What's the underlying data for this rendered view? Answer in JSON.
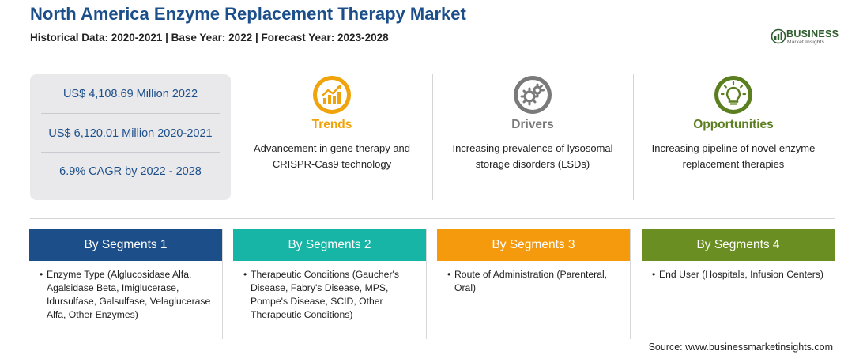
{
  "header": {
    "title": "North America Enzyme Replacement Therapy Market",
    "subtitle": "Historical Data: 2020-2021 | Base Year: 2022 | Forecast Year: 2023-2028"
  },
  "logo": {
    "word": "BUSINESS",
    "sub": "Market Insights"
  },
  "stats": [
    "US$ 4,108.69 Million 2022",
    "US$ 6,120.01 Million 2020-2021",
    "6.9% CAGR by 2022 - 2028"
  ],
  "factors": {
    "trends": {
      "title": "Trends",
      "desc": "Advancement in gene therapy and CRISPR-Cas9 technology",
      "color": "#f0a30a",
      "icon": "trend-chart-icon"
    },
    "drivers": {
      "title": "Drivers",
      "desc": "Increasing prevalence of lysosomal storage disorders (LSDs)",
      "color": "#7a7a7a",
      "icon": "gears-icon"
    },
    "opportunities": {
      "title": "Opportunities",
      "desc": "Increasing pipeline of novel enzyme replacement therapies",
      "color": "#5b7f1f",
      "icon": "lightbulb-icon"
    }
  },
  "segments": [
    {
      "title": "By Segments 1",
      "color": "#1c4f8a",
      "items": [
        "Enzyme Type (Alglucosidase Alfa, Agalsidase Beta, Imiglucerase, Idursulfase, Galsulfase, Velaglucerase Alfa, Other Enzymes)"
      ]
    },
    {
      "title": "By Segments 2",
      "color": "#16b5a6",
      "items": [
        "Therapeutic Conditions (Gaucher's Disease, Fabry's Disease, MPS, Pompe's Disease, SCID, Other Therapeutic Conditions)"
      ]
    },
    {
      "title": "By Segments 3",
      "color": "#f59a0c",
      "items": [
        "Route of Administration (Parenteral, Oral)"
      ]
    },
    {
      "title": "By Segments 4",
      "color": "#6b8e23",
      "items": [
        "End User (Hospitals, Infusion Centers)"
      ]
    }
  ],
  "bullet": "•",
  "source": "Source: www.businessmarketinsights.com"
}
